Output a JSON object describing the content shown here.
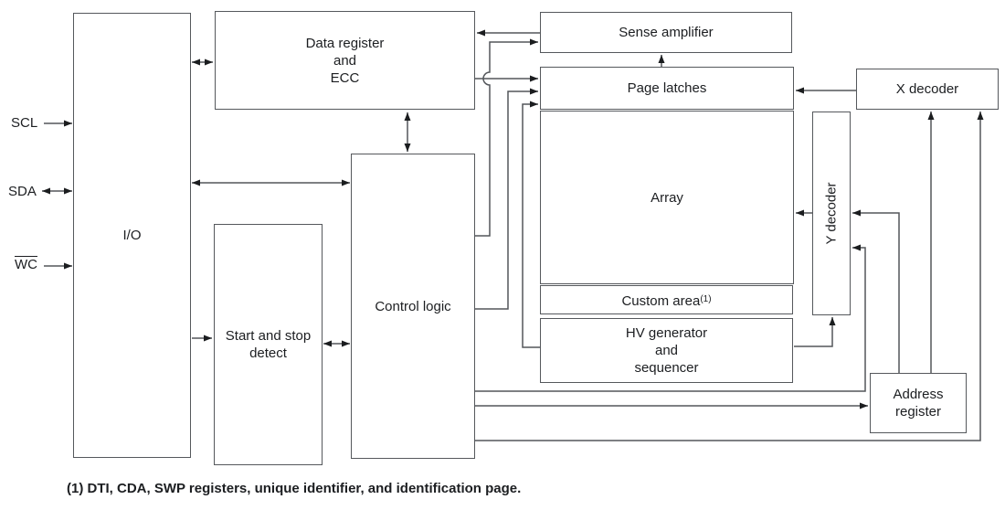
{
  "diagram": {
    "title_hint": "EEPROM block diagram",
    "signals": {
      "scl": "SCL",
      "sda": "SDA",
      "wc": "WC"
    },
    "blocks": {
      "io": {
        "label": "I/O"
      },
      "data_register": {
        "label": "Data register\nand\nECC"
      },
      "control_logic": {
        "label": "Control logic"
      },
      "start_stop_detect": {
        "label": "Start and stop\ndetect"
      },
      "sense_amplifier": {
        "label": "Sense amplifier"
      },
      "page_latches": {
        "label": "Page latches"
      },
      "array": {
        "label": "Array"
      },
      "custom_area": {
        "label": "Custom area",
        "sup": "(1)"
      },
      "hv_generator": {
        "label": "HV generator\nand\nsequencer"
      },
      "y_decoder": {
        "label": "Y decoder"
      },
      "x_decoder": {
        "label": "X decoder"
      },
      "address_register": {
        "label": "Address\nregister"
      }
    },
    "footnote": "(1) DTI, CDA, SWP registers, unique identifier, and identification page.",
    "connections": [
      {
        "from": "SCL",
        "to": "I/O",
        "type": "arrow"
      },
      {
        "from": "SDA",
        "to": "I/O",
        "type": "bidirectional"
      },
      {
        "from": "WC",
        "to": "I/O",
        "type": "arrow"
      },
      {
        "from": "I/O",
        "to": "Data register and ECC",
        "type": "bidirectional"
      },
      {
        "from": "I/O",
        "to": "Control logic",
        "type": "bidirectional"
      },
      {
        "from": "I/O",
        "to": "Start and stop detect",
        "type": "arrow"
      },
      {
        "from": "Start and stop detect",
        "to": "Control logic",
        "type": "bidirectional"
      },
      {
        "from": "Data register and ECC",
        "to": "Control logic",
        "type": "bidirectional"
      },
      {
        "from": "Sense amplifier",
        "to": "Data register and ECC",
        "type": "arrow"
      },
      {
        "from": "Control logic",
        "to": "Sense amplifier",
        "type": "arrow"
      },
      {
        "from": "Data register and ECC",
        "to": "Page latches",
        "type": "arrow"
      },
      {
        "from": "Control logic",
        "to": "Page latches",
        "type": "arrow"
      },
      {
        "from": "HV generator and sequencer",
        "to": "Page latches",
        "type": "arrow"
      },
      {
        "from": "Page latches",
        "to": "Sense amplifier",
        "type": "arrow"
      },
      {
        "from": "X decoder",
        "to": "Page latches",
        "type": "arrow"
      },
      {
        "from": "Y decoder",
        "to": "Array",
        "type": "arrow"
      },
      {
        "from": "Address register",
        "to": "Y decoder",
        "type": "arrow"
      },
      {
        "from": "Address register",
        "to": "X decoder",
        "type": "arrow"
      },
      {
        "from": "Control logic",
        "to": "Y decoder",
        "type": "arrow"
      },
      {
        "from": "Control logic",
        "to": "Address register",
        "type": "arrow"
      },
      {
        "from": "Control logic",
        "to": "X decoder",
        "type": "arrow"
      },
      {
        "from": "HV generator and sequencer",
        "to": "Y decoder",
        "type": "arrow"
      }
    ],
    "colors": {
      "background": "#ffffff",
      "box_border": "#55585c",
      "wire": "#53565a",
      "arrowhead": "#1b1d1f",
      "text": "#1c1e21"
    }
  }
}
